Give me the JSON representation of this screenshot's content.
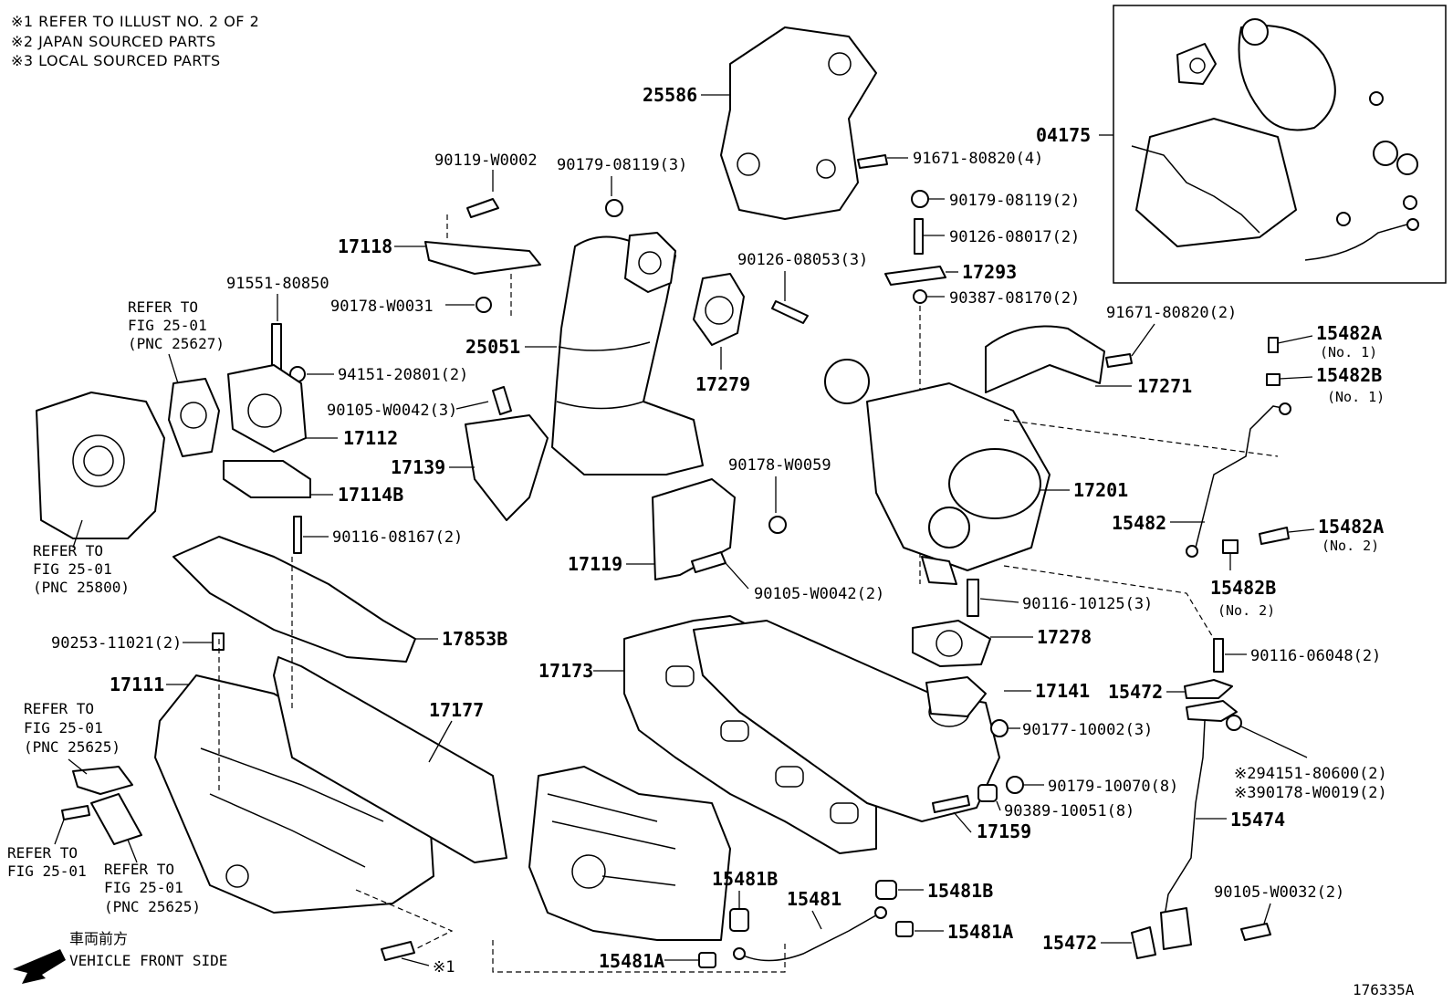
{
  "notes": [
    "※1  REFER TO ILLUST NO. 2 OF 2",
    "※2 JAPAN SOURCED PARTS",
    "※3 LOCAL SOURCED PARTS"
  ],
  "front_indicator": {
    "jp": "車両前方",
    "en": "VEHICLE FRONT SIDE"
  },
  "illustration_id": "176335A",
  "inset_label": "04175",
  "refs": {
    "r1": [
      "REFER TO",
      "FIG 25-01",
      "(PNC 25627)"
    ],
    "r2": [
      "REFER TO",
      "FIG 25-01",
      "(PNC 25800)"
    ],
    "r3": [
      "REFER TO",
      "FIG 25-01",
      "(PNC 25625)"
    ],
    "r4": [
      "REFER TO",
      "FIG 25-01"
    ],
    "r5": [
      "REFER TO",
      "FIG 25-01",
      "(PNC 25625)"
    ]
  },
  "labels": {
    "p25586": "25586",
    "p91671_4": "91671-80820(4)",
    "p90119": "90119-W0002",
    "p90179_3": "90179-08119(3)",
    "p17118": "17118",
    "p90179_2": "90179-08119(2)",
    "p90126_2": "90126-08017(2)",
    "p90126_3": "90126-08053(3)",
    "p17293": "17293",
    "p90387": "90387-08170(2)",
    "p91551": "91551-80850",
    "p90178_w0031": "90178-W0031",
    "p25051": "25051",
    "p17279": "17279",
    "p91671_2": "91671-80820(2)",
    "p15482A1": "15482A",
    "p15482A1_sub": "(No. 1)",
    "p15482B1": "15482B",
    "p15482B1_sub": "(No. 1)",
    "p94151_20801": "94151-20801(2)",
    "p17271": "17271",
    "p90105_3": "90105-W0042(3)",
    "p17112": "17112",
    "p17139": "17139",
    "p90178_w0059": "90178-W0059",
    "p17114B": "17114B",
    "p17201": "17201",
    "p15482": "15482",
    "p15482A2": "15482A",
    "p15482A2_sub": "(No. 2)",
    "p90116_08167": "90116-08167(2)",
    "p17119": "17119",
    "p90105_2": "90105-W0042(2)",
    "p15482B2": "15482B",
    "p15482B2_sub": "(No. 2)",
    "p90116_10125": "90116-10125(3)",
    "p17278": "17278",
    "p90253": "90253-11021(2)",
    "p17853B": "17853B",
    "p17173": "17173",
    "p90116_06048": "90116-06048(2)",
    "p17111": "17111",
    "p17141": "17141",
    "p15472a": "15472",
    "p17177": "17177",
    "p90177": "90177-10002(3)",
    "p94151_80600": "※294151-80600(2)",
    "p90178_w0019": "※390178-W0019(2)",
    "p90179_10070": "90179-10070(8)",
    "p90389": "90389-10051(8)",
    "p17159": "17159",
    "p15474": "15474",
    "p15481B_a": "15481B",
    "p15481": "15481",
    "p15481B_b": "15481B",
    "p90105_w0032": "90105-W0032(2)",
    "p15481A_a": "15481A",
    "p15481A_b": "15481A",
    "p15472b": "15472",
    "star1": "※1"
  }
}
